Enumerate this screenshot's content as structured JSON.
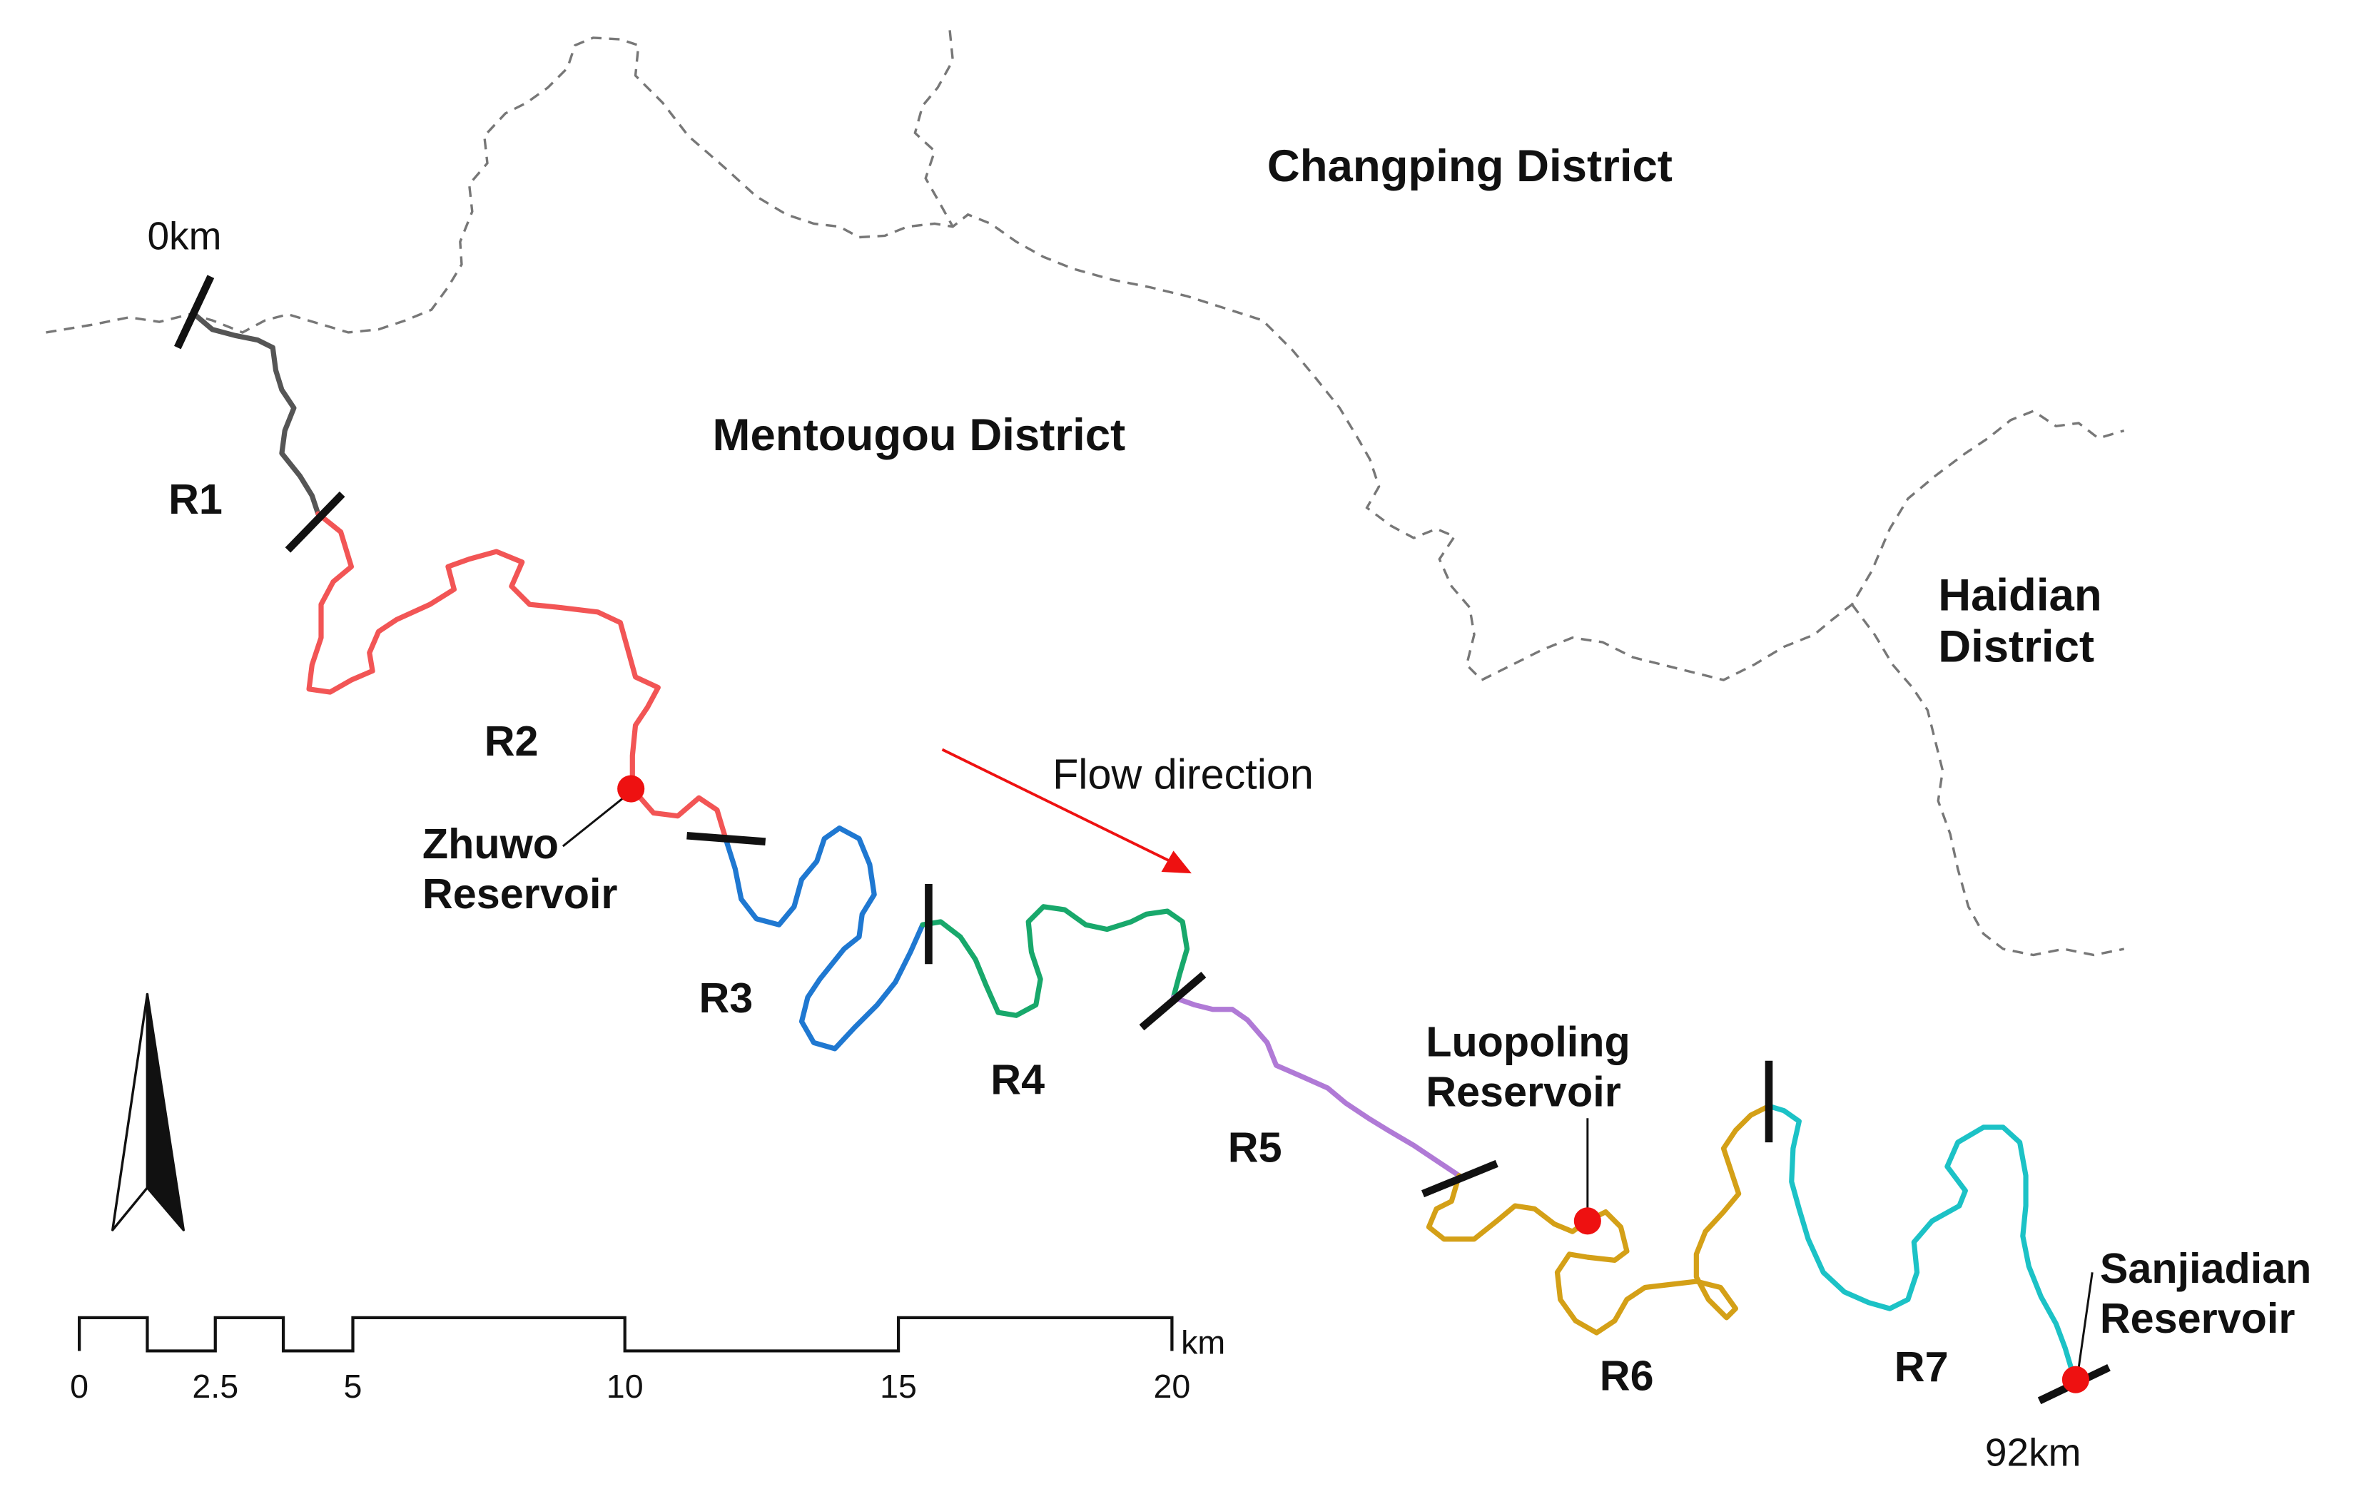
{
  "districts": {
    "changping": "Changping District",
    "mentougou": "Mentougou District",
    "haidian_line1": "Haidian",
    "haidian_line2": "District"
  },
  "river": {
    "start_label": "0km",
    "end_label": "92km",
    "reaches": [
      {
        "id": "R1",
        "color": "#555555"
      },
      {
        "id": "R2",
        "color": "#f25555"
      },
      {
        "id": "R3",
        "color": "#1f78d1"
      },
      {
        "id": "R4",
        "color": "#18a86b"
      },
      {
        "id": "R5",
        "color": "#b07ad6"
      },
      {
        "id": "R6",
        "color": "#d4a017"
      },
      {
        "id": "R7",
        "color": "#1cc2c6"
      }
    ]
  },
  "reservoirs": {
    "zhuwo_line1": "Zhuwo",
    "zhuwo_line2": "Reservoir",
    "luopoling_line1": "Luopoling",
    "luopoling_line2": "Reservoir",
    "sanjiadian_line1": "Sanjiadian",
    "sanjiadian_line2": "Reservoir",
    "marker_color": "#ee1111"
  },
  "flow": {
    "label": "Flow direction",
    "arrow_color": "#ee1111"
  },
  "north_arrow_icon": "north-arrow-icon",
  "scale_bar": {
    "ticks": [
      "0",
      "2.5",
      "5",
      "10",
      "15",
      "20"
    ],
    "unit": "km"
  }
}
